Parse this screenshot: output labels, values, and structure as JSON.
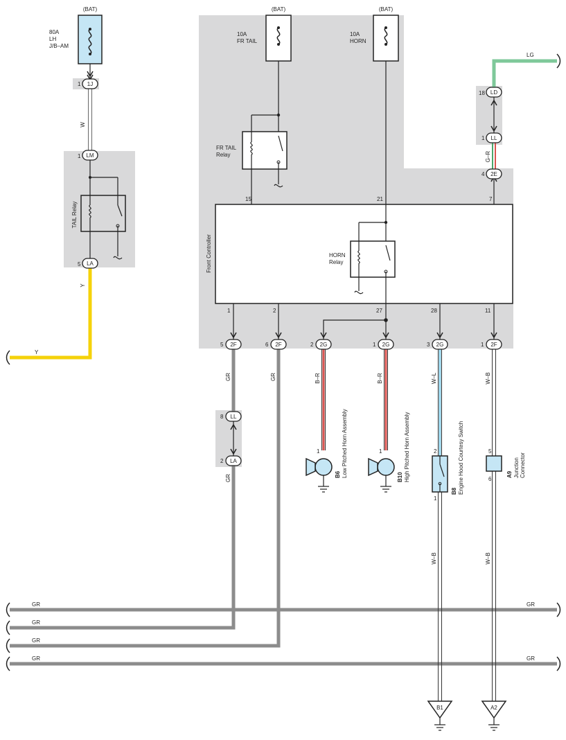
{
  "fuses": {
    "bat1": "(BAT)",
    "lh_amp": "80A",
    "lh_name": "LH",
    "lh_box": "J/B–AM",
    "bat2": "(BAT)",
    "tail_amp": "10A",
    "tail_name": "FR TAIL",
    "bat3": "(BAT)",
    "horn_amp": "10A",
    "horn_name": "HORN"
  },
  "relays": {
    "tail_relay": "TAIL Relay",
    "fr_tail_relay_1": "FR TAIL",
    "fr_tail_relay_2": "Relay",
    "horn_relay_1": "HORN",
    "horn_relay_2": "Relay"
  },
  "controller": {
    "label": "Front Controller",
    "top_pins": [
      "15",
      "21",
      "7"
    ],
    "bottom_pins": [
      "1",
      "2",
      "27",
      "28",
      "11"
    ]
  },
  "connectors": {
    "c_1J": {
      "pin": "1",
      "code": "1J"
    },
    "c_LM": {
      "pin": "1",
      "code": "LM"
    },
    "c_LA_top": {
      "pin": "5",
      "code": "LA"
    },
    "c_LD": {
      "pin": "18",
      "code": "LD"
    },
    "c_LL_top": {
      "pin": "1",
      "code": "LL"
    },
    "c_2E": {
      "pin": "4",
      "code": "2E"
    },
    "c_2F_a": {
      "pin": "5",
      "code": "2F"
    },
    "c_2F_b": {
      "pin": "6",
      "code": "2F"
    },
    "c_2G_a": {
      "pin": "2",
      "code": "2G"
    },
    "c_2G_b": {
      "pin": "1",
      "code": "2G"
    },
    "c_2G_c": {
      "pin": "3",
      "code": "2G"
    },
    "c_2F_c": {
      "pin": "1",
      "code": "2F"
    },
    "c_LL_low": {
      "pin": "8",
      "code": "LL"
    },
    "c_LA_low": {
      "pin": "2",
      "code": "LA"
    }
  },
  "wires": {
    "w_W": "W",
    "w_Y1": "Y",
    "w_Y2": "Y",
    "w_LG": "LG",
    "w_GR_R": "G–R",
    "w_GR1": "GR",
    "w_GR2": "GR",
    "w_GR3": "GR",
    "w_BR1": "B–R",
    "w_BR2": "B–R",
    "w_WL": "W–L",
    "w_WB1": "W–B",
    "w_WB2": "W–B",
    "w_WB3": "W–B",
    "bus1_l": "GR",
    "bus1_r": "GR",
    "bus2_l": "GR",
    "bus3_l": "GR",
    "bus4_l": "GR",
    "bus4_r": "GR"
  },
  "components": {
    "b6_code": "B6",
    "b6_name": "Low Pitched Horn Assembly",
    "b6_pin": "1",
    "b10_code": "B10",
    "b10_name": "High Pitched Horn Assembly",
    "b10_pin": "1",
    "b8_code": "B8",
    "b8_name": "Engine Hood Courtesy Switch",
    "b8_pin_top": "2",
    "b8_pin_bot": "1",
    "a9_code": "A9",
    "a9_name_1": "Junction",
    "a9_name_2": "Connector",
    "a9_pin_top": "5",
    "a9_pin_bot": "6"
  },
  "grounds": {
    "g1": "B1",
    "g2": "A2"
  },
  "colors": {
    "wire_yellow": "#f5d20a",
    "wire_green": "#7ec89a",
    "wire_gray": "#8c8c8c",
    "wire_red": "#d9534f",
    "wire_blue": "#8fd0e8",
    "shade": "#d9d9da",
    "part_fill": "#c5e6f5"
  }
}
